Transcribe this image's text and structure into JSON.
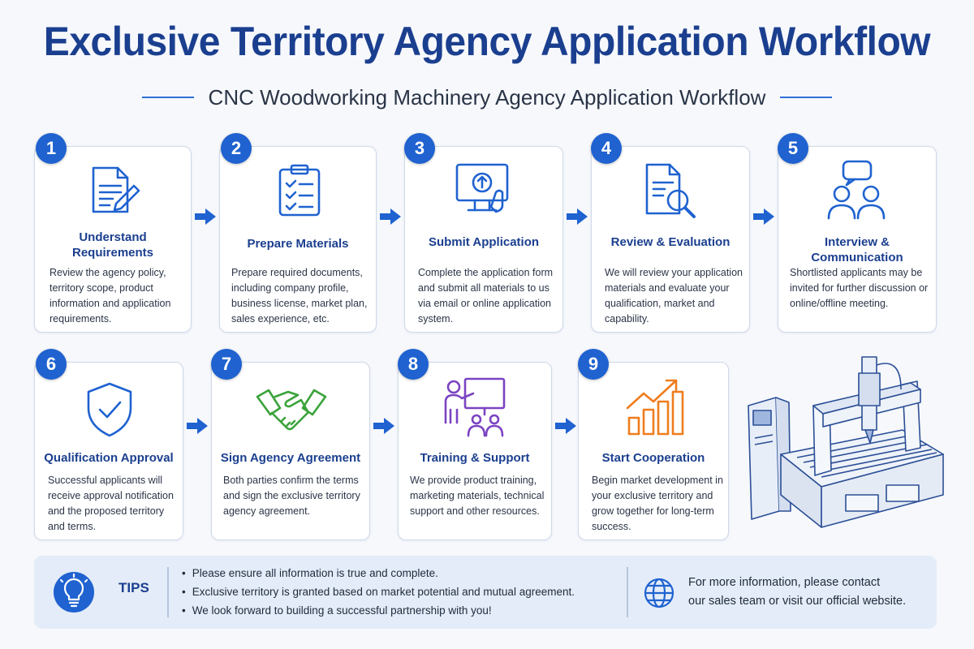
{
  "header": {
    "title": "Exclusive Territory Agency Application Workflow",
    "subtitle": "CNC Woodworking Machinery Agency Application Workflow"
  },
  "colors": {
    "primary": "#1f62d0",
    "title": "#1b3f8f",
    "handshake_icon": "#3aa33a",
    "training_icon": "#7b44c2",
    "growth_icon": "#ef7d1d",
    "tips_background": "#e3ecf8"
  },
  "steps": [
    {
      "number": "1",
      "title": "Understand Requirements",
      "description": "Review the agency policy, territory scope, product information and application requirements.",
      "icon": "document-pen-icon"
    },
    {
      "number": "2",
      "title": "Prepare Materials",
      "description": "Prepare required documents, including company profile, business license, market plan, sales experience, etc.",
      "icon": "clipboard-checklist-icon"
    },
    {
      "number": "3",
      "title": "Submit Application",
      "description": "Complete the application form and submit all materials to us via email or online application system.",
      "icon": "monitor-upload-icon"
    },
    {
      "number": "4",
      "title": "Review & Evaluation",
      "description": "We will review your application materials and evaluate your qualification, market and capability.",
      "icon": "document-search-icon"
    },
    {
      "number": "5",
      "title": "Interview & Communication",
      "description": "Shortlisted applicants may be invited for further discussion or online/offline meeting.",
      "icon": "people-chat-icon"
    },
    {
      "number": "6",
      "title": "Qualification Approval",
      "description": "Successful applicants will receive approval notification and the proposed territory and terms.",
      "icon": "shield-check-icon"
    },
    {
      "number": "7",
      "title": "Sign Agency Agreement",
      "description": "Both parties confirm the terms and sign the exclusive territory agency agreement.",
      "icon": "handshake-icon"
    },
    {
      "number": "8",
      "title": "Training & Support",
      "description": "We provide product training, marketing materials, technical support and other resources.",
      "icon": "training-presenter-icon"
    },
    {
      "number": "9",
      "title": "Start Cooperation",
      "description": "Begin market development in your exclusive territory and grow together for long-term success.",
      "icon": "growth-chart-icon"
    }
  ],
  "machine": {
    "icon": "cnc-router-icon"
  },
  "tips": {
    "label": "TIPS",
    "icon": "lightbulb-icon",
    "items": [
      "Please ensure all information is true and complete.",
      "Exclusive territory is granted based on market potential and mutual agreement.",
      "We look forward to building a successful partnership with you!"
    ],
    "contact_icon": "globe-icon",
    "contact_lines": [
      "For more information, please contact",
      "our sales team or visit our official website."
    ]
  }
}
